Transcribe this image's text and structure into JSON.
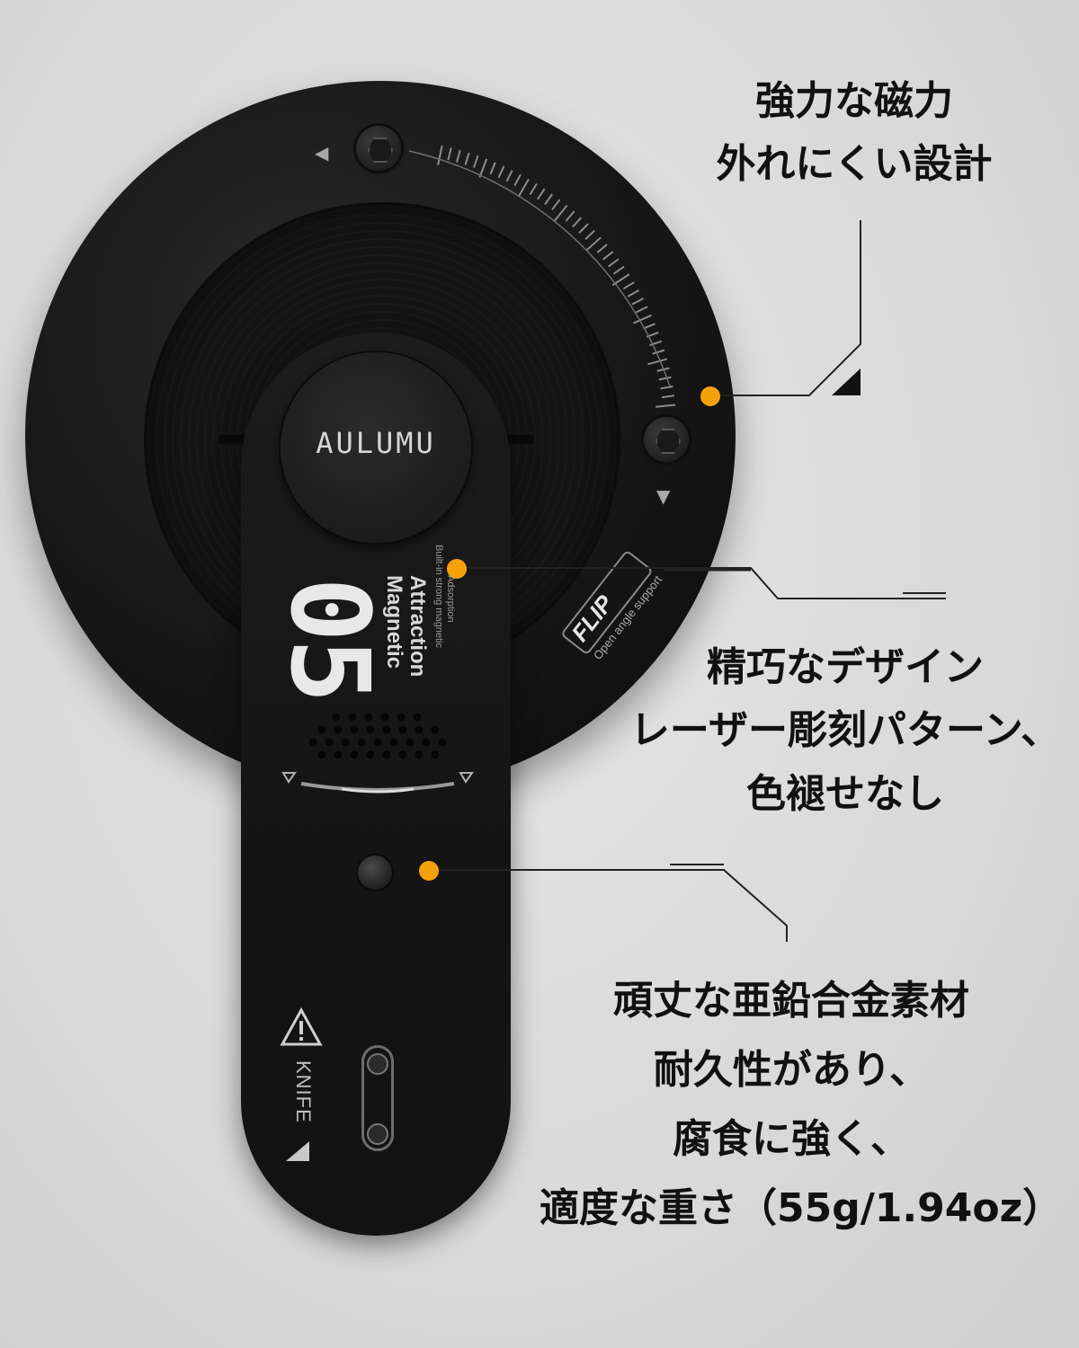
{
  "product": {
    "brand": "AULUMU",
    "model_number": "05",
    "feature_title_1": "Magnetic",
    "feature_title_2": "Attraction",
    "feature_sub_1": "Built-in strong magnetic",
    "feature_sub_2": "Adsorption",
    "flip_label": "FLIP",
    "flip_sub": "Open angle support",
    "knife_label": "KNIFE",
    "accent_color": "#f5a20a"
  },
  "callouts": [
    {
      "lines": [
        "強力な磁力",
        "外れにくい設計"
      ]
    },
    {
      "lines": [
        "精巧なデザイン",
        "レーザー彫刻パターン、",
        "色褪せなし"
      ]
    },
    {
      "lines": [
        "頑丈な亜鉛合金素材",
        "耐久性があり、",
        "腐食に強く、",
        "適度な重さ（55g/1.94oz）"
      ]
    }
  ]
}
